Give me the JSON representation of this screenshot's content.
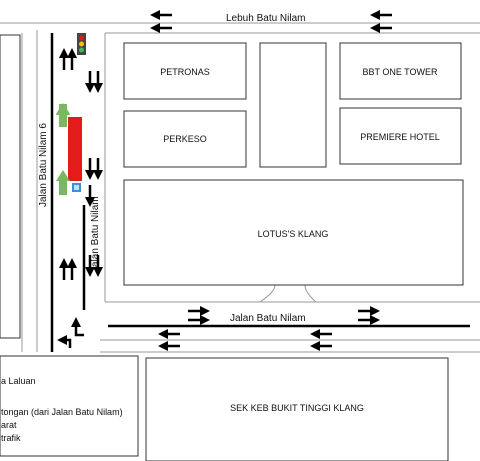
{
  "map": {
    "roads": {
      "top": "Lebuh Batu Nilam",
      "left": "Jalan Batu Nilam 6",
      "middle": "Jalan Batu Nilam",
      "bottom": "Jalan Batu Nilam"
    },
    "buildings": {
      "petronas": "PETRONAS",
      "bbt": "BBT ONE TOWER",
      "perkeso": "PERKESO",
      "premiere": "PREMIERE HOTEL",
      "lotus": "LOTUS'S KLANG",
      "sek": "SEK KEB BUKIT TINGGI KLANG"
    },
    "legend": [
      "a Laluan",
      "tongan (dari Jalan Batu Nilam)",
      "arat",
      "trafik"
    ],
    "colors": {
      "closure": "#e31b1b",
      "arrow_green": "#7bb661",
      "marker_blue": "#3a8fd6",
      "line": "#000000"
    }
  }
}
